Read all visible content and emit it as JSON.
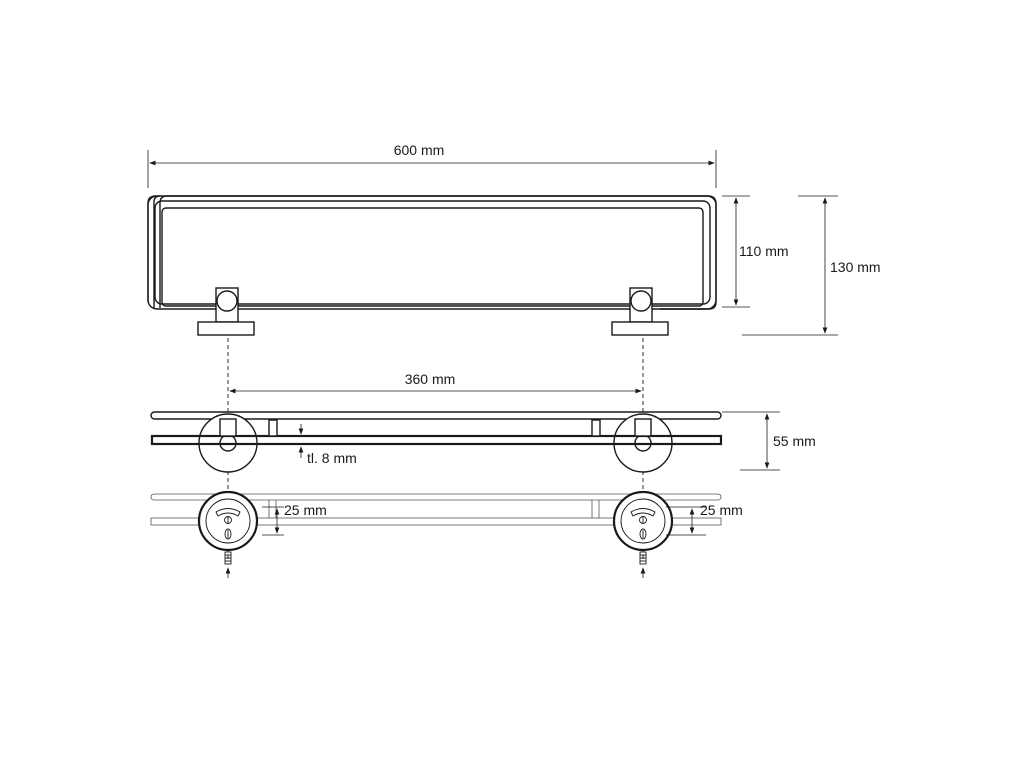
{
  "dimensions": {
    "width_total": "600 mm",
    "height_inner": "110 mm",
    "height_total": "130 mm",
    "mount_spacing": "360 mm",
    "glass_thickness": "tl. 8 mm",
    "depth": "55 mm",
    "base_left": "25 mm",
    "base_right": "25 mm"
  },
  "colors": {
    "line": "#1a1a1a",
    "background": "#ffffff"
  }
}
